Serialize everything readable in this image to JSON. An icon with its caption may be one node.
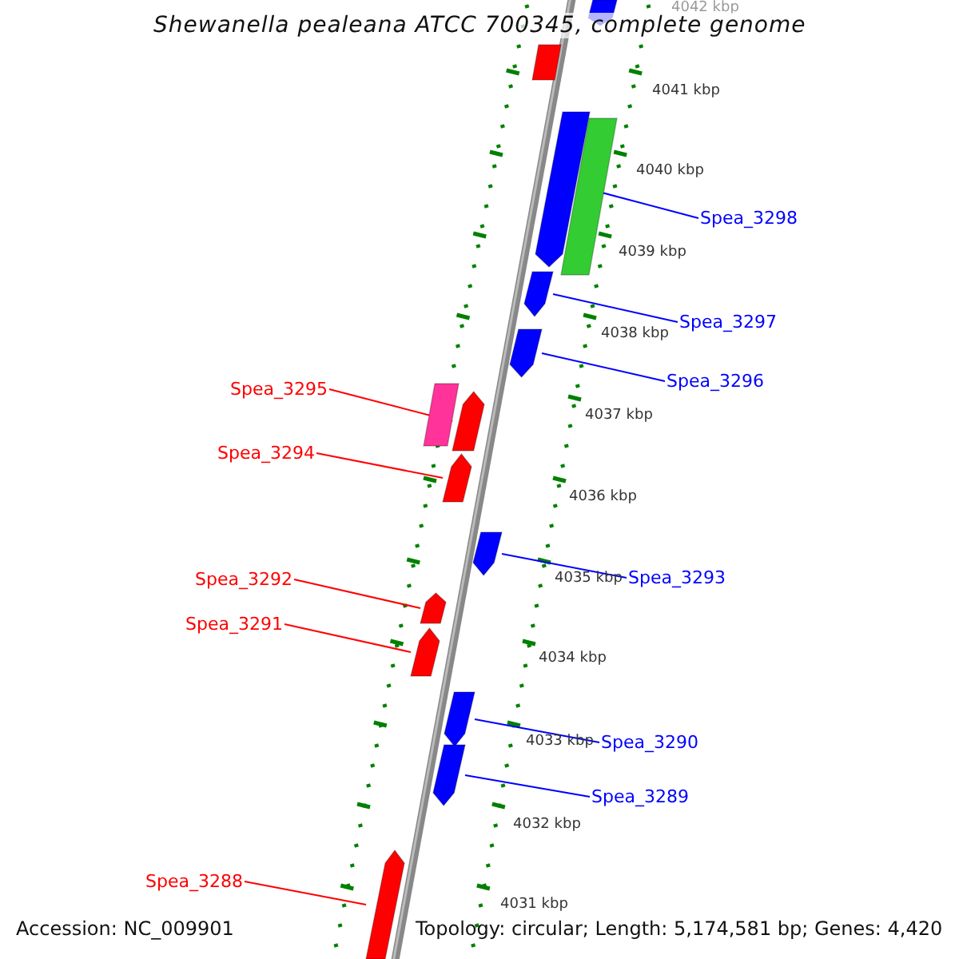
{
  "diagram": {
    "title": "Shewanella pealeana ATCC 700345, complete genome",
    "nodes": [
      {
        "text": [
          "Spea_3298"
        ]
      },
      {
        "text": [
          "Spea_3297"
        ]
      },
      {
        "text": [
          "Spea_3296"
        ]
      },
      {
        "text": [
          "Spea_3295"
        ]
      },
      {
        "text": [
          "Spea_3294"
        ]
      },
      {
        "text": [
          "Spea_3293"
        ]
      },
      {
        "text": [
          "Spea_3292"
        ]
      },
      {
        "text": [
          "Spea_3291"
        ]
      },
      {
        "text": [
          "Spea_3290"
        ]
      },
      {
        "text": [
          "Spea_3289"
        ]
      },
      {
        "text": [
          "Spea_3288"
        ]
      },
      {
        "text": [],
        "shape": "bar"
      },
      {
        "text": [],
        "shape": "bar"
      },
      {
        "text": [],
        "shape": "bar"
      },
      {
        "text": [],
        "shape": "bar"
      },
      {
        "text": [],
        "shape": "bar"
      },
      {
        "text": [],
        "shape": "bar"
      },
      {
        "text": [],
        "shape": "bar"
      },
      {
        "text": [],
        "shape": "bar"
      },
      {
        "text": [],
        "shape": "bar"
      },
      {
        "text": [],
        "shape": "bar"
      },
      {
        "text": [],
        "shape": "bar"
      },
      {
        "text": [],
        "shape": "bar"
      },
      {
        "text": [],
        "shape": "bar"
      },
      {
        "text": [],
        "shape": "bar"
      },
      {
        "text": [],
        "shape": "bar"
      }
    ],
    "edges": [
      {
        "from": 0,
        "to": 13,
        "arrow": "none"
      },
      {
        "from": 1,
        "to": 15,
        "arrow": "none"
      },
      {
        "from": 2,
        "to": 16,
        "arrow": "none"
      },
      {
        "from": 3,
        "to": 18,
        "arrow": "none",
        "color": "#ff0000"
      },
      {
        "from": 4,
        "to": 19,
        "arrow": "none",
        "color": "#ff0000"
      },
      {
        "from": 5,
        "to": 20,
        "arrow": "none"
      },
      {
        "from": 6,
        "to": 21,
        "arrow": "none",
        "color": "#ff0000"
      },
      {
        "from": 7,
        "to": 22,
        "arrow": "none",
        "color": "#ff0000"
      },
      {
        "from": 8,
        "to": 23,
        "arrow": "none"
      },
      {
        "from": 9,
        "to": 24,
        "arrow": "none"
      },
      {
        "from": 10,
        "to": 25,
        "arrow": "none",
        "color": "#ff0000"
      }
    ],
    "labels": [
      "4042 kbp",
      "4041 kbp",
      "4040 kbp",
      "4039 kbp",
      "4038 kbp",
      "4037 kbp",
      "4036 kbp",
      "4035 kbp",
      "4034 kbp",
      "4033 kbp",
      "4032 kbp",
      "4031 kbp",
      "Accession: NC_009901",
      "Topology: circular; Length: 5,174,581 bp; Genes: 4,420"
    ]
  }
}
